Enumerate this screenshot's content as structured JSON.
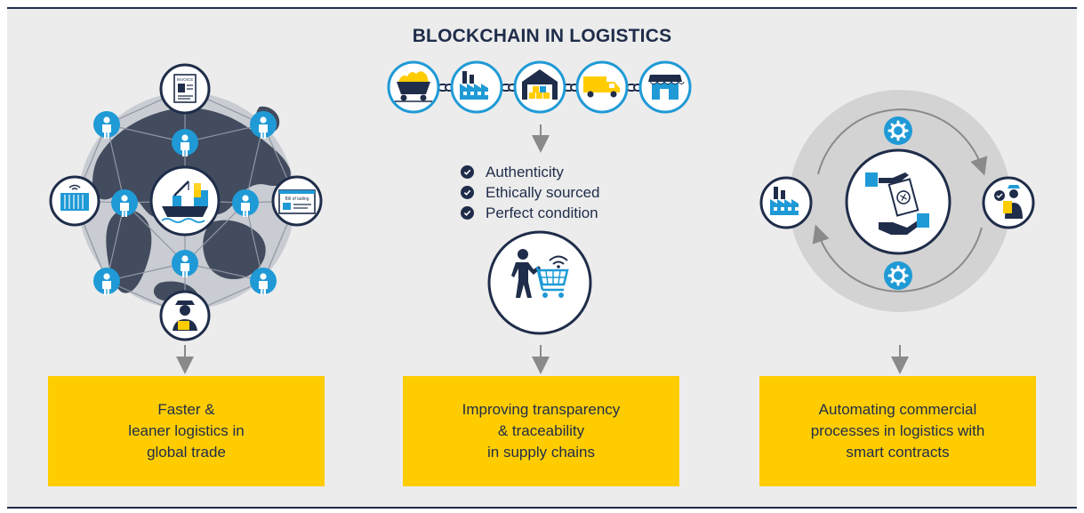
{
  "title": "BLOCKCHAIN IN LOGISTICS",
  "checklist": [
    "Authenticity",
    "Ethically sourced",
    "Perfect condition"
  ],
  "boxes": [
    {
      "lines": [
        "Faster &",
        "leaner logistics in",
        "global trade"
      ]
    },
    {
      "lines": [
        "Improving transparency",
        "& traceability",
        "in supply chains"
      ]
    },
    {
      "lines": [
        "Automating commercial",
        "processes in logistics with",
        "smart contracts"
      ]
    }
  ],
  "icon_labels": {
    "invoice": "INVOICE",
    "bill_of_lading": "Bill of lading"
  },
  "colors": {
    "navy": "#1f2d4a",
    "blue": "#1f9ad6",
    "yellow": "#ffcc00",
    "background": "#ececec",
    "arrow_grey": "#8a8a8a"
  }
}
